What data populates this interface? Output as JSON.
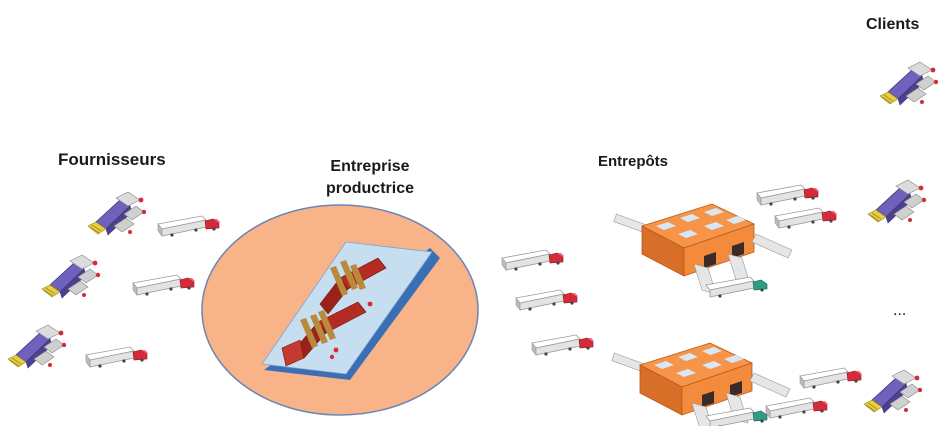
{
  "labels": {
    "fournisseurs": "Fournisseurs",
    "entreprise": "Entreprise productrice",
    "entrepots": "Entrepôts",
    "clients": "Clients",
    "ellipsis": "..."
  },
  "colors": {
    "ellipse_fill": "#f9b389",
    "ellipse_stroke": "#6b86b5",
    "platform_top": "#c7def0",
    "platform_edge": "#3a6fb5",
    "factory_red": "#b52a22",
    "factory_chimney": "#b98a3c",
    "warehouse_orange": "#f6944a",
    "warehouse_dark": "#d86f28",
    "warehouse_window": "#d9e6f4",
    "truck_body": "#ededed",
    "truck_cab": "#d62a3a",
    "truck_cab_green": "#2e9c86",
    "machine_purple": "#6e62bd",
    "machine_yellow": "#e8cf42"
  },
  "icons": {
    "supplier": "conveyor-machine-icon",
    "client": "conveyor-machine-icon",
    "truck": "delivery-truck-icon",
    "warehouse": "warehouse-icon",
    "factory": "factory-icon"
  }
}
